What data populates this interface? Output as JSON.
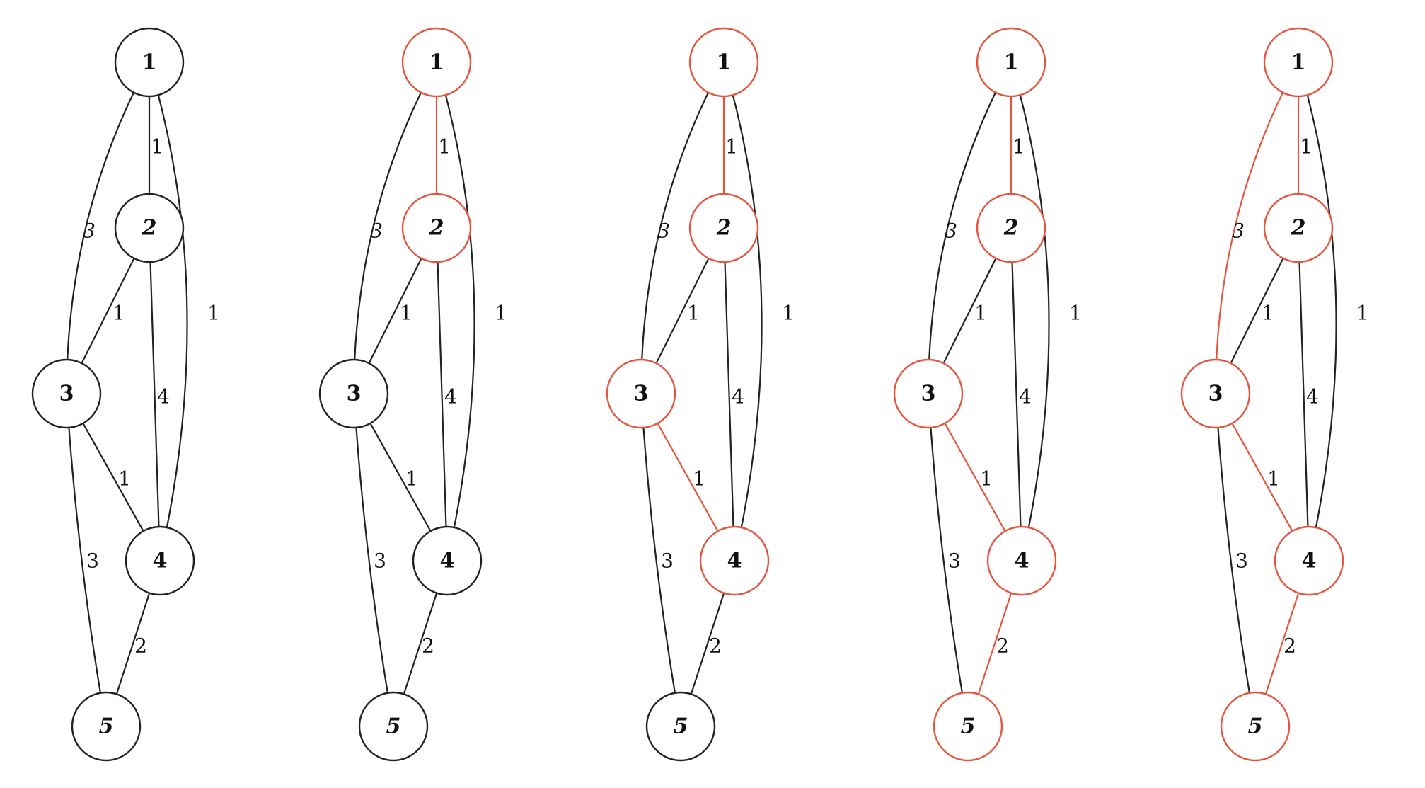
{
  "diagram": {
    "colors": {
      "default": "#222222",
      "highlight": "#e8553f"
    },
    "nodes": [
      {
        "id": "1",
        "label": "1"
      },
      {
        "id": "2",
        "label": "2"
      },
      {
        "id": "3",
        "label": "3"
      },
      {
        "id": "4",
        "label": "4"
      },
      {
        "id": "5",
        "label": "5"
      }
    ],
    "edges": [
      {
        "id": "e12",
        "from": "1",
        "to": "2",
        "weight": "1"
      },
      {
        "id": "e13",
        "from": "1",
        "to": "3",
        "weight": "3"
      },
      {
        "id": "e14",
        "from": "1",
        "to": "4",
        "weight": "1"
      },
      {
        "id": "e23",
        "from": "2",
        "to": "3",
        "weight": "1"
      },
      {
        "id": "e24",
        "from": "2",
        "to": "4",
        "weight": "4"
      },
      {
        "id": "e34",
        "from": "3",
        "to": "4",
        "weight": "1"
      },
      {
        "id": "e35",
        "from": "3",
        "to": "5",
        "weight": "3"
      },
      {
        "id": "e45",
        "from": "4",
        "to": "5",
        "weight": "2"
      }
    ],
    "panels": [
      {
        "highlighted_nodes": [],
        "highlighted_edges": []
      },
      {
        "highlighted_nodes": [
          "1",
          "2"
        ],
        "highlighted_edges": [
          "e12"
        ]
      },
      {
        "highlighted_nodes": [
          "1",
          "2",
          "3",
          "4"
        ],
        "highlighted_edges": [
          "e12",
          "e34"
        ]
      },
      {
        "highlighted_nodes": [
          "1",
          "2",
          "3",
          "4",
          "5"
        ],
        "highlighted_edges": [
          "e12",
          "e34",
          "e45"
        ]
      },
      {
        "highlighted_nodes": [
          "1",
          "2",
          "3",
          "4",
          "5"
        ],
        "highlighted_edges": [
          "e12",
          "e13",
          "e34",
          "e45"
        ]
      }
    ]
  }
}
